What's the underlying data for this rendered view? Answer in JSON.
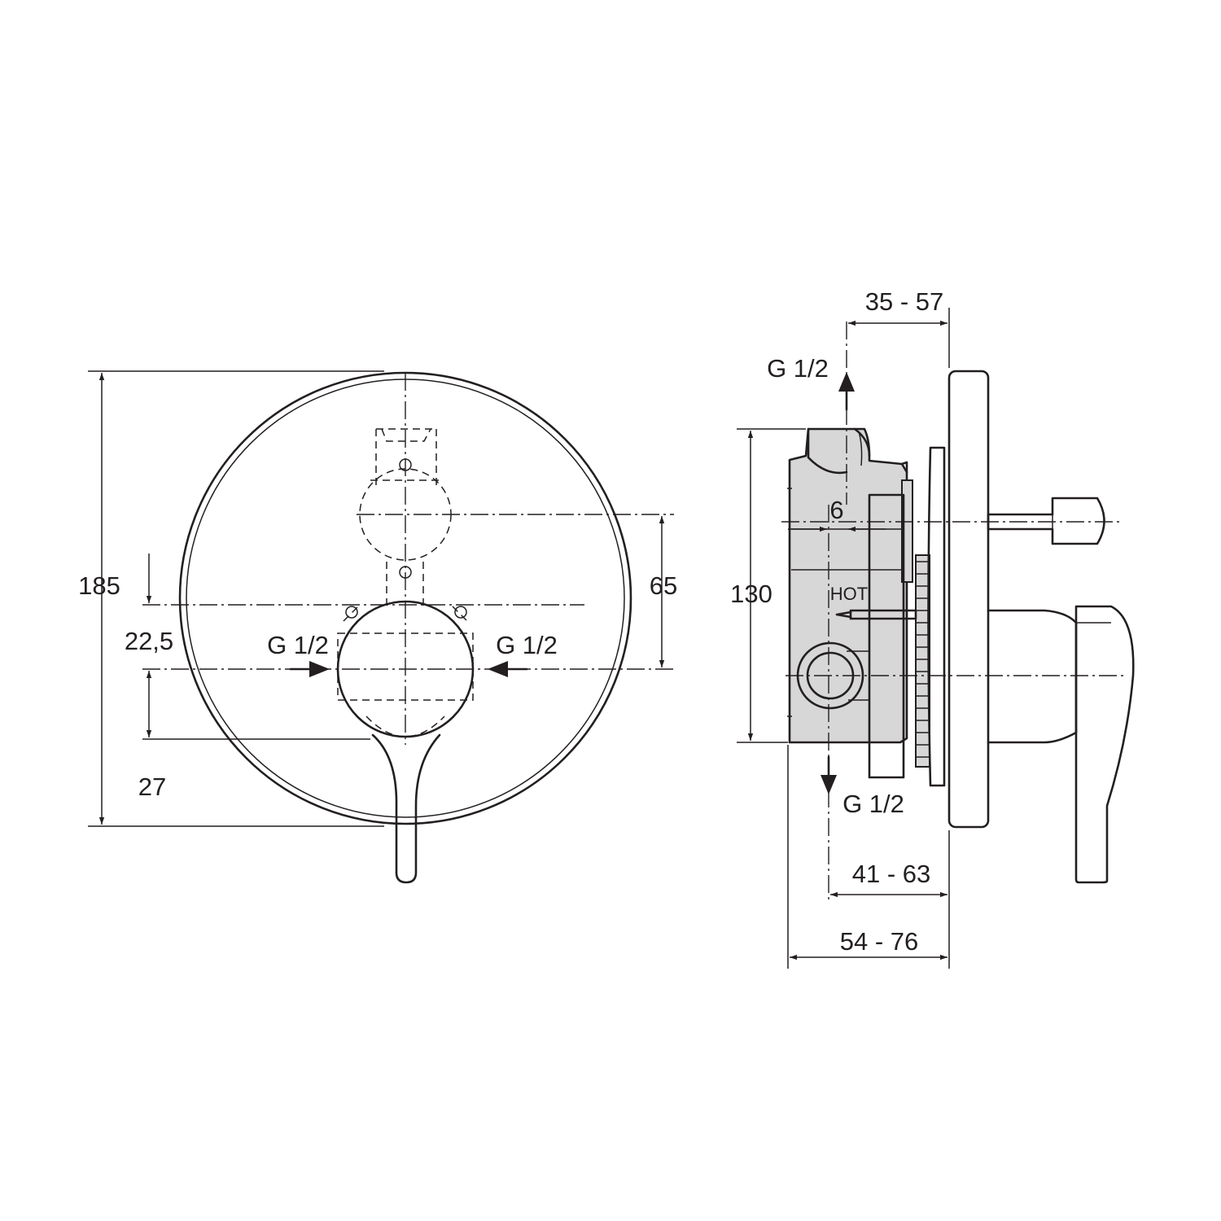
{
  "front_view": {
    "overall_height": "185",
    "offset_a": "22,5",
    "offset_b": "27",
    "center_spacing": "65",
    "inlet_left": "G 1/2",
    "inlet_right": "G 1/2"
  },
  "side_view": {
    "outlet_top": "G 1/2",
    "outlet_bottom": "G 1/2",
    "body_height": "130",
    "wall_offset": "6",
    "hot_label": "HOT",
    "depth_upper": "35 - 57",
    "depth_middle": "41 - 63",
    "depth_lower": "54 - 76"
  },
  "colors": {
    "line": "#231f20",
    "body_fill": "#d7d7d7",
    "background": "#ffffff"
  }
}
